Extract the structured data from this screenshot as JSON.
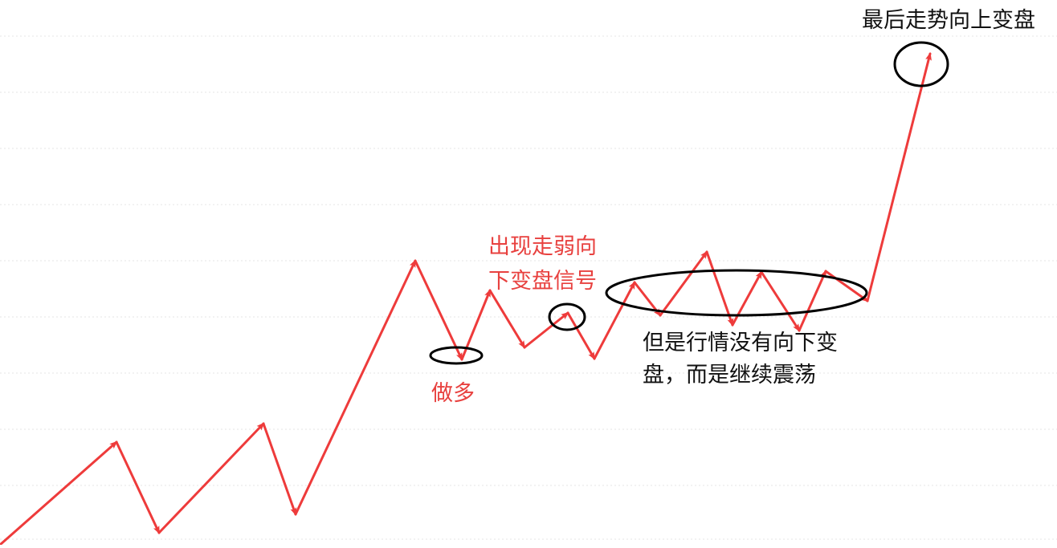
{
  "colors": {
    "arrow": "#ee3b3b",
    "circle": "#000000",
    "red_text": "#e8413f",
    "black_text": "#111111",
    "grid": "#e6e6e6"
  },
  "annotations": {
    "buy": "做多",
    "weak_signal_line1": "出现走弱向",
    "weak_signal_line2": "下变盘信号",
    "oscillation_line1": "但是行情没有向下变",
    "oscillation_line2": "盘，而是继续震荡",
    "final": "最后走势向上变盘"
  }
}
